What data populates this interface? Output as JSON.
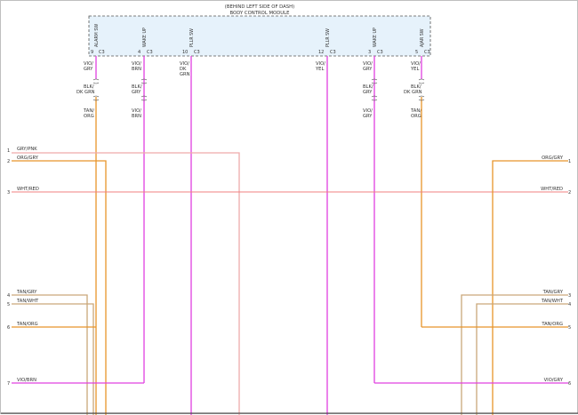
{
  "module": {
    "location": "(BEHIND LEFT SIDE OF DASH)",
    "name": "BODY CONTROL MODULE",
    "connector": "C3"
  },
  "colors": {
    "violet": "#e040e0",
    "tan": "#c9a77a",
    "orange": "#e8952a",
    "pink": "#efaaaa",
    "red": "#f08080",
    "module_fill": "#e6f2fb",
    "module_border": "#555555"
  },
  "bcm_pins": [
    {
      "id": "alarm",
      "name": "ALARM SW",
      "pin": "9",
      "wire": "VIO/\nGRY",
      "mid": "BLK/\nDK GRN",
      "bottom": "TAN/\nORG"
    },
    {
      "id": "wakeup-left",
      "name": "WAKE UP",
      "pin": "4",
      "wire": "VIO/\nBRN",
      "mid": "BLK/\nGRY",
      "bottom": "VIO/\nBRN"
    },
    {
      "id": "pllr-left",
      "name": "PLLR SW",
      "pin": "10",
      "wire": "VIO/\nDK\nGRN",
      "mid": "",
      "bottom": ""
    },
    {
      "id": "pllr-right",
      "name": "PLLR SW",
      "pin": "12",
      "wire": "VIO/\nYEL",
      "mid": "",
      "bottom": ""
    },
    {
      "id": "wakeup-right",
      "name": "WAKE UP",
      "pin": "3",
      "wire": "VIO/\nGRY",
      "mid": "BLK/\nGRY",
      "bottom": "VIO/\nGRY"
    },
    {
      "id": "ajar",
      "name": "AJAR SW",
      "pin": "5",
      "wire": "VIO/\nYEL",
      "mid": "BLK/\nDK GRN",
      "bottom": "TAN/\nORG"
    }
  ],
  "left_wires": [
    {
      "num": "1",
      "label": "GRY/PNK"
    },
    {
      "num": "2",
      "label": "ORG/GRY"
    },
    {
      "num": "3",
      "label": "WHT/RED"
    },
    {
      "num": "4",
      "label": "TAN/GRY"
    },
    {
      "num": "5",
      "label": "TAN/WHT"
    },
    {
      "num": "6",
      "label": "TAN/ORG"
    },
    {
      "num": "7",
      "label": "VIO/BRN"
    }
  ],
  "right_wires": [
    {
      "num": "1",
      "label": "ORG/GRY"
    },
    {
      "num": "2",
      "label": "WHT/RED"
    },
    {
      "num": "3",
      "label": "TAN/GRY"
    },
    {
      "num": "4",
      "label": "TAN/WHT"
    },
    {
      "num": "5",
      "label": "TAN/ORG"
    },
    {
      "num": "6",
      "label": "VIO/GRY"
    }
  ]
}
